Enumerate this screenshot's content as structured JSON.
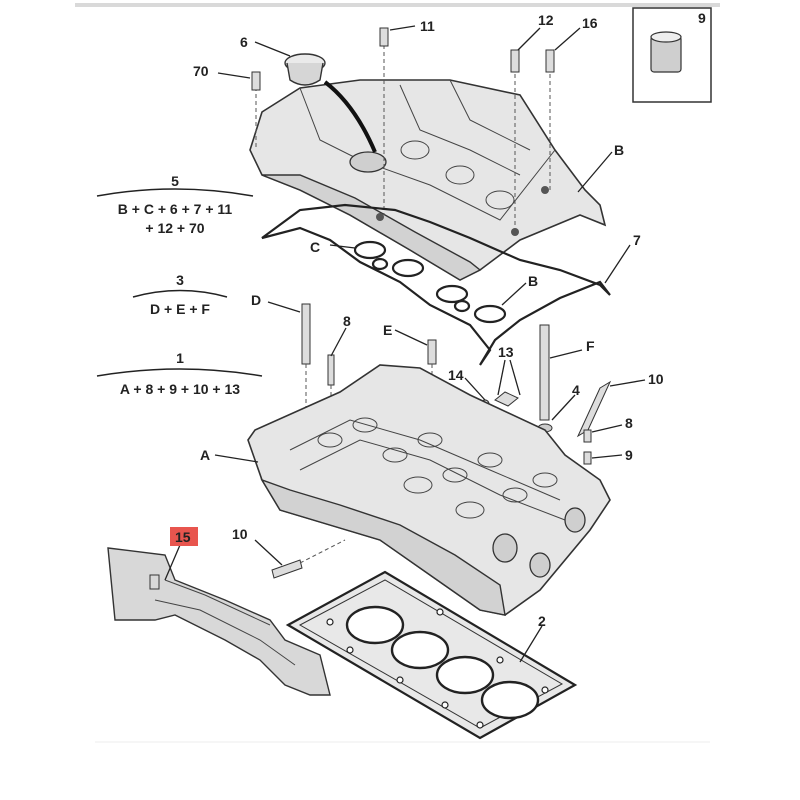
{
  "callouts": {
    "n6": "6",
    "n11": "11",
    "n12": "12",
    "n16": "16",
    "n9_inset": "9",
    "n70": "70",
    "nB_top": "B",
    "nC": "C",
    "n7": "7",
    "nB_mid": "B",
    "nD": "D",
    "n8_left": "8",
    "nE": "E",
    "n13": "13",
    "nF": "F",
    "n14": "14",
    "n4": "4",
    "n10_right": "10",
    "nA": "A",
    "n8_right": "8",
    "n9_right": "9",
    "n10_left": "10",
    "n2": "2",
    "n15": "15"
  },
  "groups": {
    "g5": {
      "number": "5",
      "line1": "B + C + 6 + 7 + 11",
      "line2": "+ 12 + 70"
    },
    "g3": {
      "number": "3",
      "line1": "D + E + F"
    },
    "g1": {
      "number": "1",
      "line1": "A + 8 + 9 + 10 + 13"
    }
  },
  "colors": {
    "highlight_box": "#e8554e",
    "ink": "#222222",
    "part_fill": "#e6e6e6",
    "part_shade": "#d2d2d2"
  }
}
